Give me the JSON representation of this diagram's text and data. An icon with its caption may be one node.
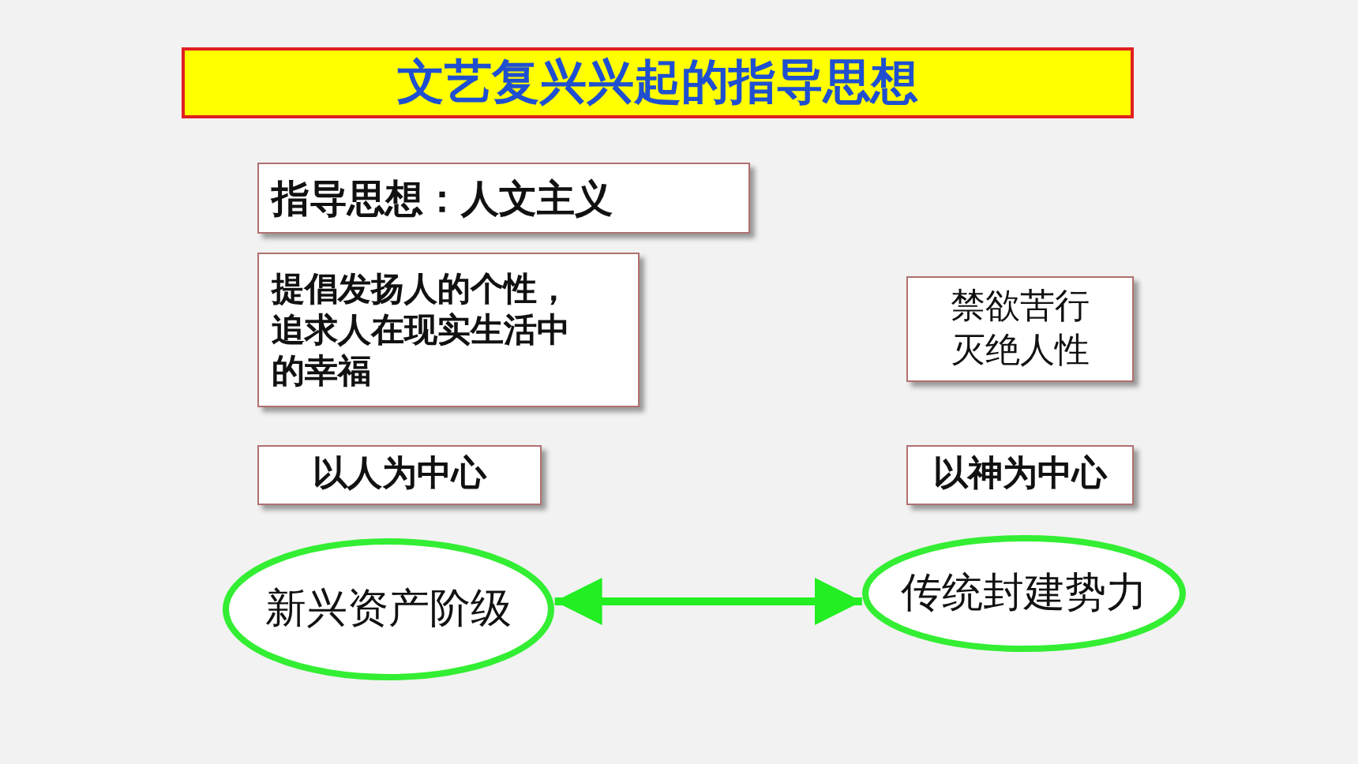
{
  "diagram": {
    "title": "文艺复兴兴起的指导思想",
    "nodes": [
      {
        "text": [
          "指导思想：人文主义"
        ]
      },
      {
        "text": [
          "提倡发扬人的个性，追求人在现实生活中的幸福"
        ]
      },
      {
        "text": [
          "禁欲苦行灭绝人性"
        ]
      },
      {
        "text": [
          "以人为中心"
        ]
      },
      {
        "text": [
          "以神为中心"
        ]
      },
      {
        "text": [
          "新兴资产阶级"
        ]
      },
      {
        "text": [
          "传统封建势力"
        ]
      }
    ],
    "edges": [
      {
        "from": 5,
        "to": 6,
        "arrow": "both",
        "color": "#22ee22"
      }
    ]
  }
}
